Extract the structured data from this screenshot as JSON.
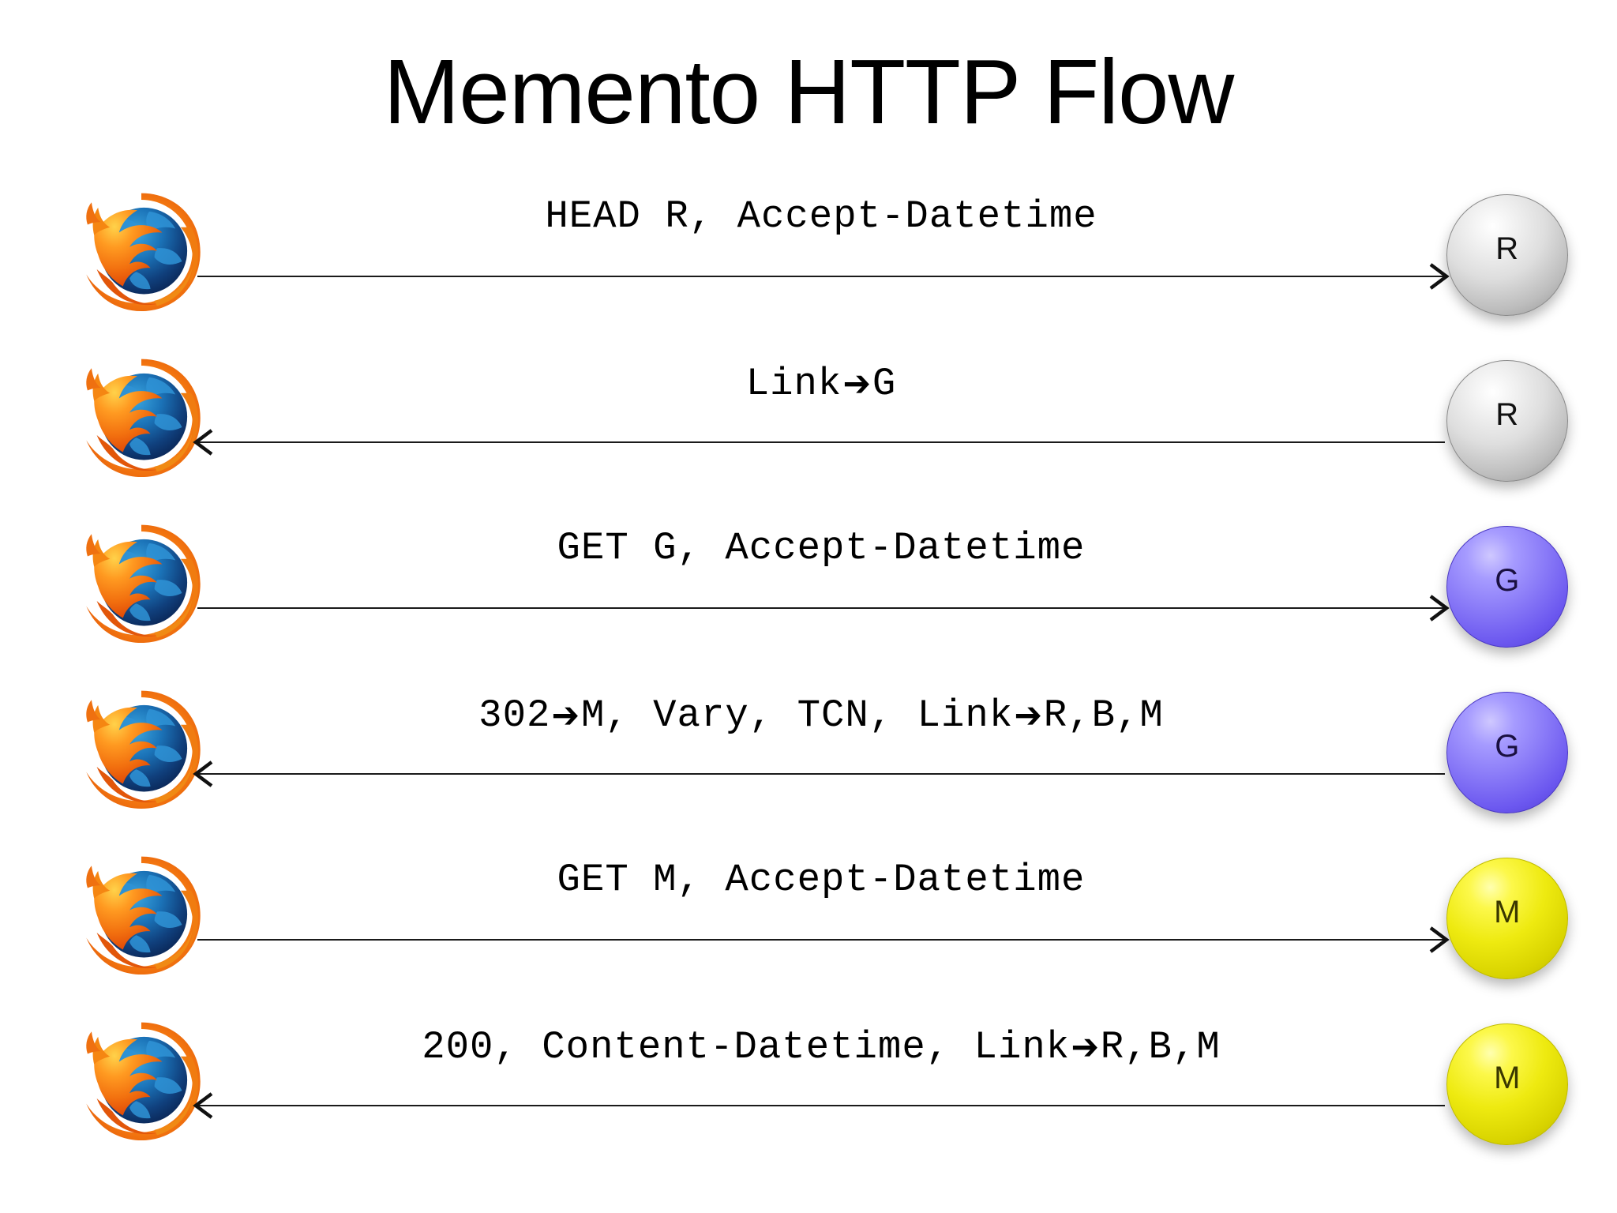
{
  "slide": {
    "title": "Memento HTTP Flow",
    "background_color": "#ffffff"
  },
  "legend": {
    "client_icon": "firefox-logo",
    "arrow_right_icon": "arrow-right-icon",
    "arrow_left_icon": "arrow-left-icon"
  },
  "node_colors": {
    "R": "#cccccc",
    "G": "#6b57ef",
    "M": "#eeea10"
  },
  "flow": [
    {
      "index": 1,
      "direction": "request",
      "client": "firefox-logo",
      "message_parts": [
        {
          "type": "text",
          "value": "HEAD R, Accept-Datetime"
        }
      ],
      "message_plain": "HEAD R, Accept-Datetime",
      "node_label": "R",
      "node_style": "silver"
    },
    {
      "index": 2,
      "direction": "response",
      "client": "firefox-logo",
      "message_parts": [
        {
          "type": "text",
          "value": "Link"
        },
        {
          "type": "arrow",
          "value": "➔"
        },
        {
          "type": "text",
          "value": "G"
        }
      ],
      "message_plain": "Link➔G",
      "node_label": "R",
      "node_style": "silver"
    },
    {
      "index": 3,
      "direction": "request",
      "client": "firefox-logo",
      "message_parts": [
        {
          "type": "text",
          "value": "GET G, Accept-Datetime"
        }
      ],
      "message_plain": "GET G, Accept-Datetime",
      "node_label": "G",
      "node_style": "violet"
    },
    {
      "index": 4,
      "direction": "response",
      "client": "firefox-logo",
      "message_parts": [
        {
          "type": "text",
          "value": "302"
        },
        {
          "type": "arrow",
          "value": "➔"
        },
        {
          "type": "text",
          "value": "M, Vary, TCN, Link"
        },
        {
          "type": "arrow",
          "value": "➔"
        },
        {
          "type": "text",
          "value": "R,B,M"
        }
      ],
      "message_plain": "302➔M, Vary, TCN, Link➔R,B,M",
      "node_label": "G",
      "node_style": "violet"
    },
    {
      "index": 5,
      "direction": "request",
      "client": "firefox-logo",
      "message_parts": [
        {
          "type": "text",
          "value": "GET M, Accept-Datetime"
        }
      ],
      "message_plain": "GET M, Accept-Datetime",
      "node_label": "M",
      "node_style": "yellow"
    },
    {
      "index": 6,
      "direction": "response",
      "client": "firefox-logo",
      "message_parts": [
        {
          "type": "text",
          "value": "200, Content-Datetime, Link"
        },
        {
          "type": "arrow",
          "value": "➔"
        },
        {
          "type": "text",
          "value": "R,B,M"
        }
      ],
      "message_plain": "200, Content-Datetime, Link➔R,B,M",
      "node_label": "M",
      "node_style": "yellow"
    }
  ]
}
